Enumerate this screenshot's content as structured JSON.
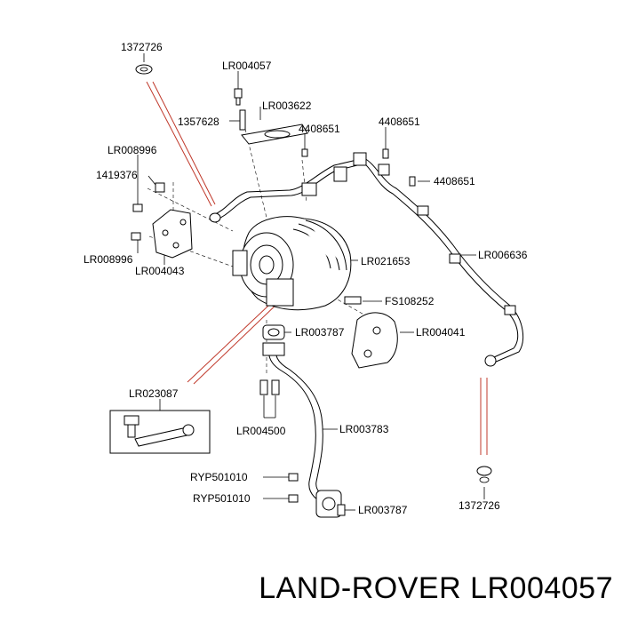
{
  "labels": {
    "p1372726_top": "1372726",
    "lr004057": "LR004057",
    "lr003622": "LR003622",
    "p1357628": "1357628",
    "p4408651_a": "4408651",
    "p4408651_b": "4408651",
    "p4408651_c": "4408651",
    "lr008996_top": "LR008996",
    "p1419376": "1419376",
    "lr008996_bottom": "LR008996",
    "lr004043": "LR004043",
    "lr021653": "LR021653",
    "lr006636": "LR006636",
    "fs108252": "FS108252",
    "lr003787_top": "LR003787",
    "lr004041": "LR004041",
    "lr023087": "LR023087",
    "lr004500": "LR004500",
    "lr003783": "LR003783",
    "ryp501010_a": "RYP501010",
    "ryp501010_b": "RYP501010",
    "lr003787_bottom": "LR003787",
    "p1372726_bottom": "1372726"
  },
  "footer": "LAND-ROVER LR004057",
  "colors": {
    "line": "#000000",
    "highlight": "#c0392b",
    "part_fill": "#f2f2f2"
  }
}
